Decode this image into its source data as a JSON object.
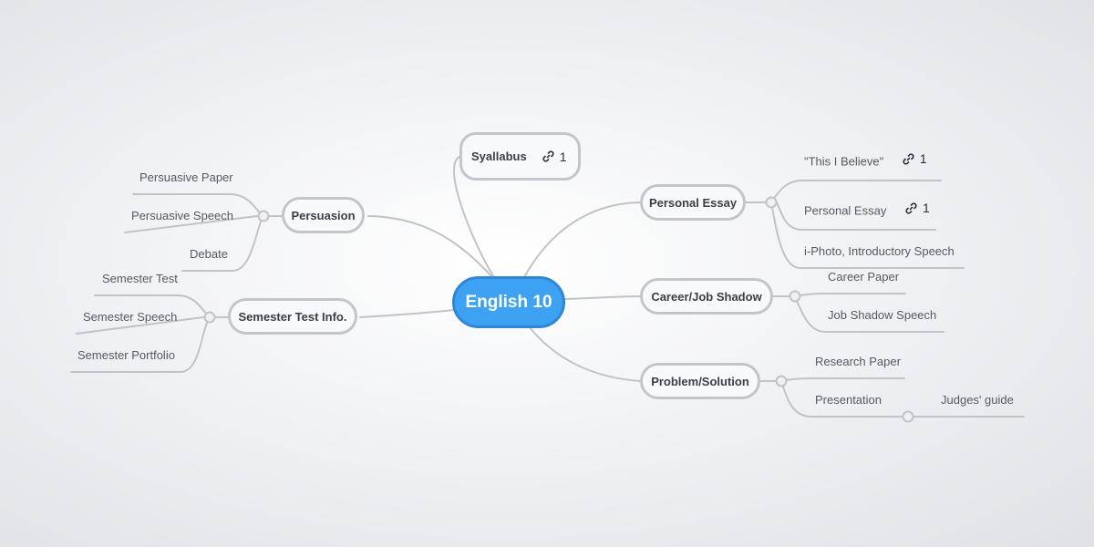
{
  "colors": {
    "connector": "#c1c3c7",
    "root_fill": "#3ea2f3",
    "node_border": "#c3c5c9"
  },
  "root": {
    "label": "English 10"
  },
  "topics": {
    "syallabus": {
      "label": "Syallabus",
      "link_count": "1"
    },
    "persuasion": {
      "label": "Persuasion"
    },
    "semester_test": {
      "label": "Semester Test Info."
    },
    "personal_essay": {
      "label": "Personal Essay"
    },
    "career": {
      "label": "Career/Job Shadow"
    },
    "problem": {
      "label": "Problem/Solution"
    }
  },
  "subtopics": {
    "persuasion": [
      "Persuasive Paper",
      "Persuasive Speech",
      "Debate"
    ],
    "semester_test": [
      "Semester Test",
      "Semester Speech",
      "Semester Portfolio"
    ],
    "personal_essay": [
      {
        "label": "\"This I Believe\"",
        "link_count": "1"
      },
      {
        "label": "Personal Essay",
        "link_count": "1"
      },
      {
        "label": "i-Photo, Introductory Speech"
      }
    ],
    "career": [
      "Career Paper",
      "Job Shadow Speech"
    ],
    "problem": [
      "Research Paper",
      "Presentation"
    ],
    "presentation_children": [
      "Judges' guide"
    ]
  },
  "icons": {
    "link": "link-icon"
  }
}
